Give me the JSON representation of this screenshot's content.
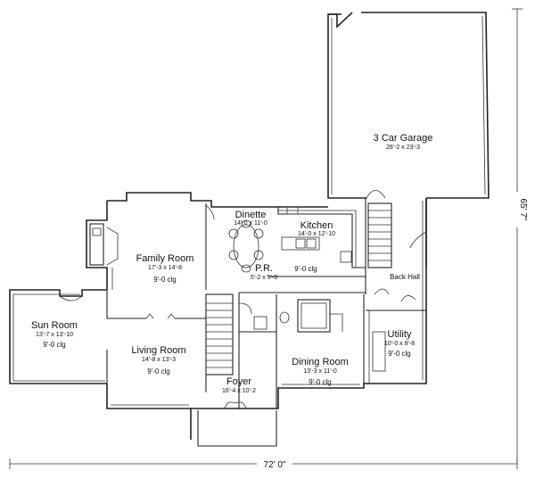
{
  "rooms": {
    "garage": {
      "name": "3 Car Garage",
      "size": "28'-2 x 23'-3",
      "clg": ""
    },
    "dinette": {
      "name": "Dinette",
      "size": "14'-0 x 11'-0",
      "clg": ""
    },
    "kitchen": {
      "name": "Kitchen",
      "size": "14'-0 x 12'-10",
      "clg": "9'-0 clg"
    },
    "family": {
      "name": "Family Room",
      "size": "17'-3 x 14'-8",
      "clg": "9'-0 clg"
    },
    "pr": {
      "name": "P.R.",
      "size": "5'-2 x 5'-0",
      "clg": ""
    },
    "backhall": {
      "name": "Back Hall",
      "size": "",
      "clg": ""
    },
    "sun": {
      "name": "Sun Room",
      "size": "13'-7 x 13'-10",
      "clg": "9'-0 clg"
    },
    "living": {
      "name": "Living Room",
      "size": "14'-8 x 13'-3",
      "clg": "9'-0 clg"
    },
    "utility": {
      "name": "Utility",
      "size": "10'-0 x 8'-8",
      "clg": "9'-0 clg"
    },
    "dining": {
      "name": "Dining Room",
      "size": "13'-3 x 11'-0",
      "clg": "9'-0 clg"
    },
    "foyer": {
      "name": "Foyer",
      "size": "16'-4 x 10'-2",
      "clg": ""
    }
  },
  "dimensions": {
    "width": "72' 0\"",
    "depth": "65' 7\""
  }
}
